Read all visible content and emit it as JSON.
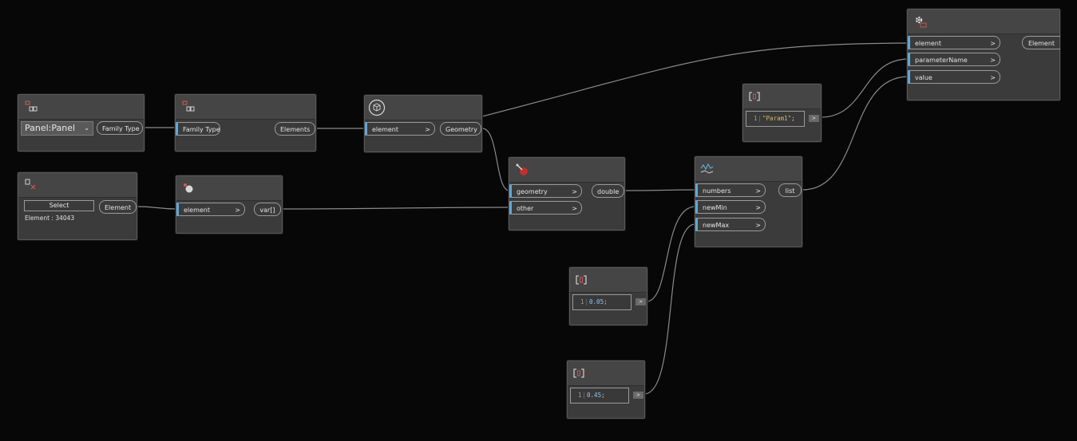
{
  "nodes": {
    "family_types": {
      "dropdown_value": "Panel:Panel",
      "output": "Family Type"
    },
    "all_elements_of_family_type": {
      "input": "Family Type",
      "output": "Elements"
    },
    "element_geometry": {
      "input": "element",
      "output": "Geometry"
    },
    "select_model_element": {
      "button": "Select",
      "status": "Element : 34043",
      "output": "Element"
    },
    "element_location": {
      "input": "element",
      "output": "var[]"
    },
    "geometry_distance": {
      "inputs": [
        "geometry",
        "other"
      ],
      "output": "double"
    },
    "remap_range": {
      "inputs": [
        "numbers",
        "newMin",
        "newMax"
      ],
      "output": "list"
    },
    "set_parameter_by_name": {
      "inputs": [
        "element",
        "parameterName",
        "value"
      ],
      "output": "Element"
    },
    "code_param": {
      "line_no": "1",
      "code": "\"Param1\"",
      "semicolon": ";",
      "out": ">"
    },
    "code_min": {
      "line_no": "1",
      "code": "0.05",
      "semicolon": ";",
      "out": ">"
    },
    "code_max": {
      "line_no": "1",
      "code": "0.45",
      "semicolon": ";",
      "out": ">"
    }
  },
  "icons": [
    "family-types-icon",
    "all-elements-icon",
    "element-geometry-icon",
    "select-element-icon",
    "element-location-icon",
    "distance-icon",
    "remap-range-icon",
    "set-parameter-icon",
    "code-block-icon"
  ],
  "port_arrow": ">",
  "dropdown_chevron": "⌄",
  "colors": {
    "background": "#070707",
    "node_body": "#3b3b3b",
    "port_accent": "#5fa8d8",
    "wire": "#8a8a8a",
    "string_literal": "#d7b86b",
    "number_literal": "#8fc6e6"
  }
}
